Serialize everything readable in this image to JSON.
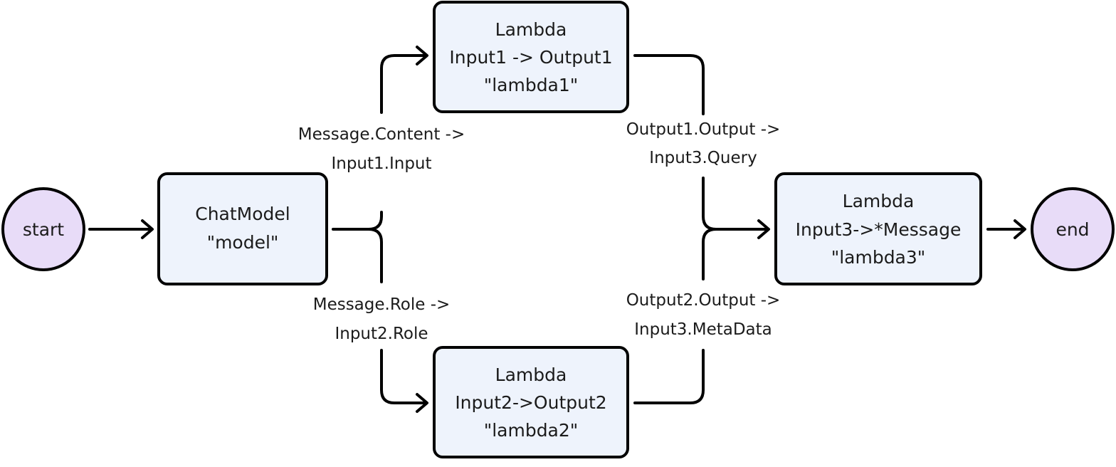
{
  "colors": {
    "box_fill": "#eef3fc",
    "circle_fill": "#e8dcf8",
    "stroke": "#000000",
    "text": "#1b1b1b"
  },
  "nodes": {
    "start": {
      "label": "start"
    },
    "model": {
      "lines": [
        "ChatModel",
        "\"model\""
      ]
    },
    "lambda1": {
      "lines": [
        "Lambda",
        "Input1 -> Output1",
        "\"lambda1\""
      ]
    },
    "lambda2": {
      "lines": [
        "Lambda",
        "Input2->Output2",
        "\"lambda2\""
      ]
    },
    "lambda3": {
      "lines": [
        "Lambda",
        "Input3->*Message",
        "\"lambda3\""
      ]
    },
    "end": {
      "label": "end"
    }
  },
  "edges": {
    "model_to_lambda1": {
      "lines": [
        "Message.Content ->",
        "Input1.Input"
      ]
    },
    "model_to_lambda2": {
      "lines": [
        "Message.Role ->",
        "Input2.Role"
      ]
    },
    "lambda1_to_lambda3": {
      "lines": [
        "Output1.Output ->",
        "Input3.Query"
      ]
    },
    "lambda2_to_lambda3": {
      "lines": [
        "Output2.Output ->",
        "Input3.MetaData"
      ]
    }
  }
}
